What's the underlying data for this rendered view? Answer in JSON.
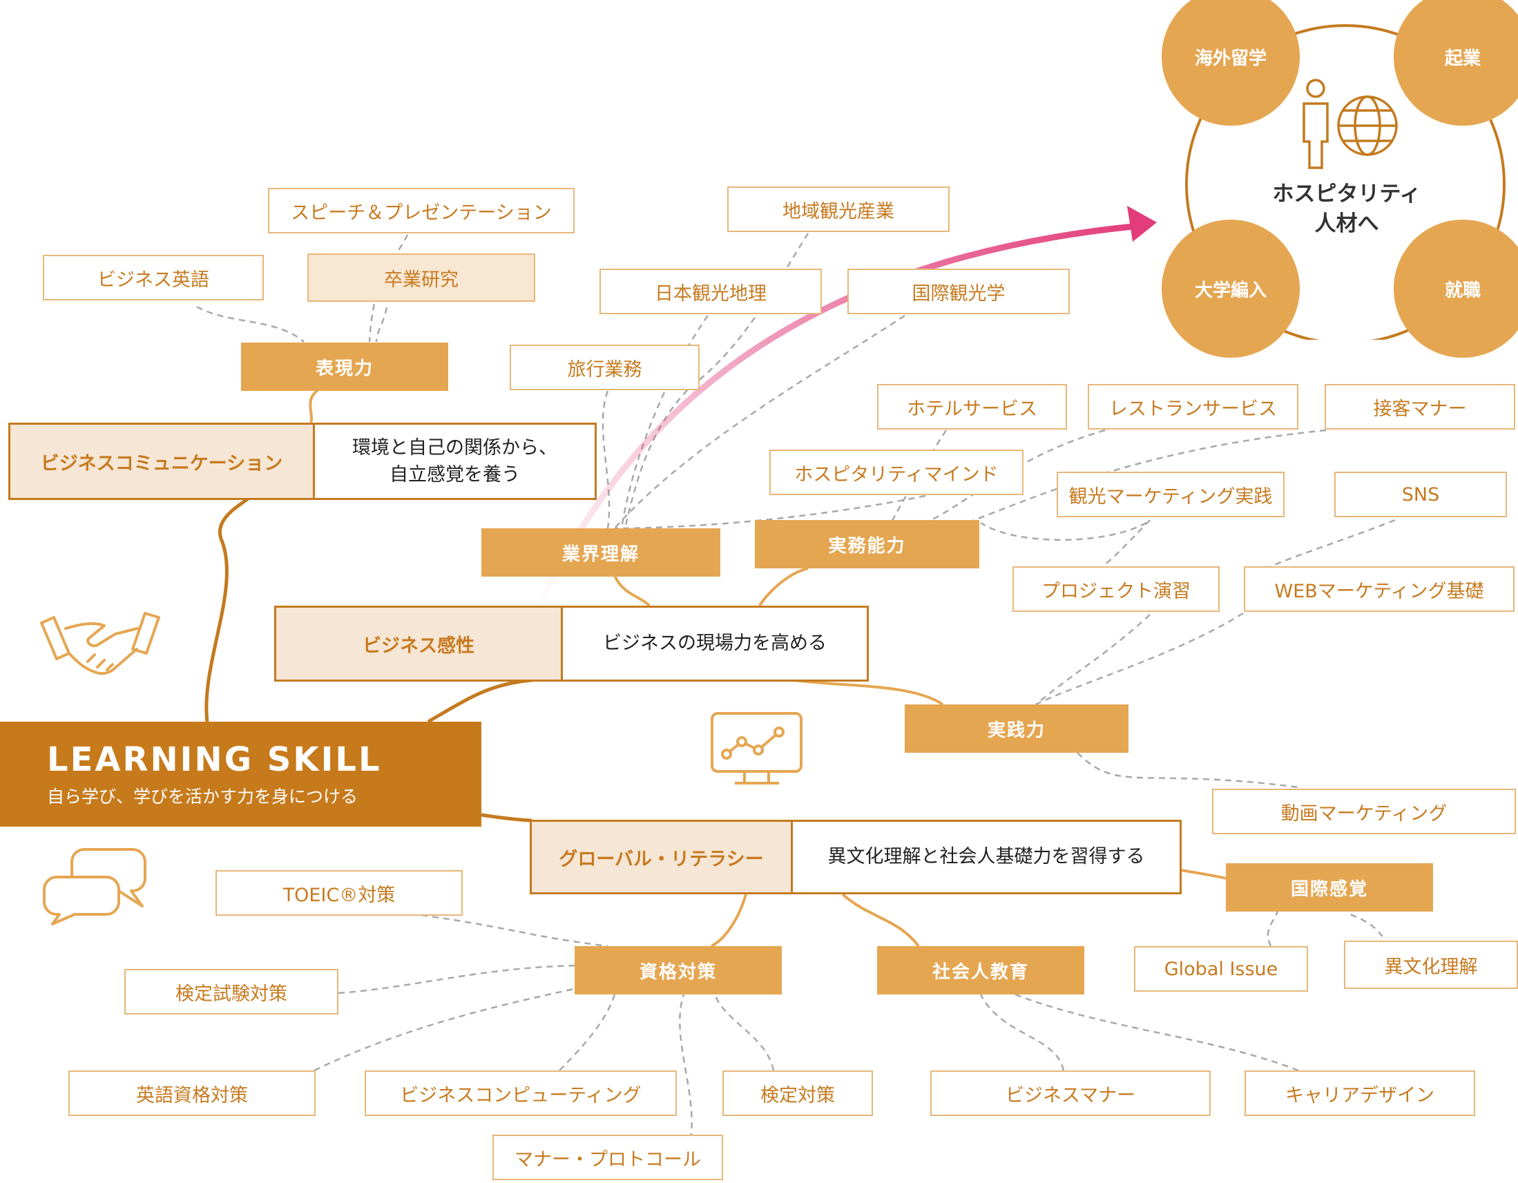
{
  "main": {
    "title": "LEARNING SKILL",
    "subtitle": "自ら学び、学びを活かす力を身につける"
  },
  "categories": {
    "business_communication": {
      "title": "ビジネスコミュニケーション",
      "description": "環境と自己の関係から、\n自立感覚を養う"
    },
    "business_sense": {
      "title": "ビジネス感性",
      "description": "ビジネスの現場力を高める"
    },
    "global_literacy": {
      "title": "グローバル・リテラシー",
      "description": "異文化理解と社会人基礎力を習得する"
    }
  },
  "hubs": {
    "expression": "表現力",
    "industry": "業界理解",
    "practical_ability": "実務能力",
    "practice": "実践力",
    "qualification": "資格対策",
    "social_education": "社会人教育",
    "international_sense": "国際感覚"
  },
  "leaves": {
    "speech": "スピーチ＆プレゼンテーション",
    "business_english": "ビジネス英語",
    "graduation_research": "卒業研究",
    "regional_tourism": "地域観光産業",
    "japan_geography": "日本観光地理",
    "intl_tourism": "国際観光学",
    "travel_business": "旅行業務",
    "hotel_service": "ホテルサービス",
    "restaurant_service": "レストランサービス",
    "customer_manners": "接客マナー",
    "hospitality_mind": "ホスピタリティマインド",
    "tourism_marketing": "観光マーケティング実践",
    "sns": "SNS",
    "project_practice": "プロジェクト演習",
    "web_marketing": "WEBマーケティング基礎",
    "video_marketing": "動画マーケティング",
    "toeic": "TOEIC®対策",
    "exam_prep": "検定試験対策",
    "english_qual": "英語資格対策",
    "business_computing": "ビジネスコンピューティング",
    "certification": "検定対策",
    "manner_protocol": "マナー・プロトコール",
    "business_manner": "ビジネスマナー",
    "career_design": "キャリアデザイン",
    "global_issue": "Global Issue",
    "cross_culture": "異文化理解"
  },
  "goal": {
    "title": "ホスピタリティ\n人材へ",
    "study_abroad": "海外留学",
    "entrepreneur": "起業",
    "university_transfer": "大学編入",
    "employment": "就職"
  },
  "colors": {
    "main": "#c77a1b",
    "hub": "#e5a652",
    "leaf_border": "#e7b779",
    "category_border": "#c47a1f",
    "category_title_bg": "#f6e6d5",
    "arrow": "#e23c7a"
  },
  "icons": [
    "handshake-icon",
    "monitor-chart-icon",
    "speech-bubbles-icon",
    "person-globe-icon"
  ]
}
